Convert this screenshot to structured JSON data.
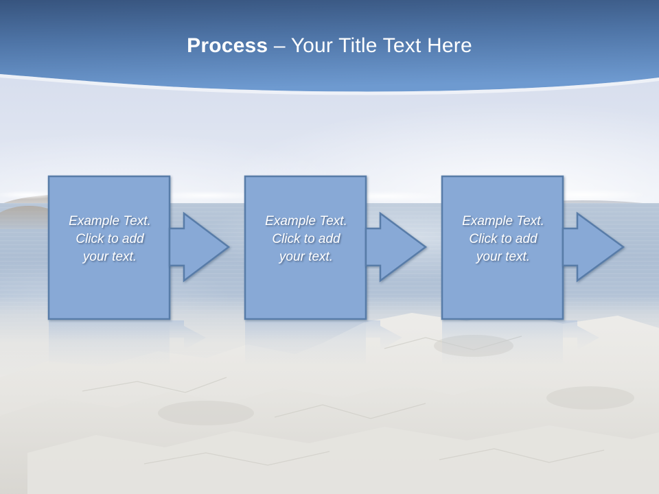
{
  "slide": {
    "title": {
      "strong": "Process",
      "rest": " – Your Title Text Here",
      "full": "Process – Your Title Text Here"
    },
    "theme": {
      "header_gradient_top": "#3A5883",
      "header_gradient_bottom": "#6C98CE",
      "shape_fill": "#88A9D6",
      "shape_border": "#587CA8",
      "title_color": "#FFFFFF",
      "label_color": "#FFFFFF",
      "background": "seascape-photo"
    },
    "steps": [
      {
        "id": "step-1",
        "label": "Example Text.\nClick  to add\nyour text."
      },
      {
        "id": "step-2",
        "label": "Example Text.\nClick  to add\nyour text."
      },
      {
        "id": "step-3",
        "label": "Example Text.\nClick  to add\nyour text."
      }
    ],
    "arrows": [
      {
        "id": "arrow-1",
        "direction": "right"
      },
      {
        "id": "arrow-2",
        "direction": "right"
      },
      {
        "id": "arrow-3",
        "direction": "right"
      }
    ]
  }
}
